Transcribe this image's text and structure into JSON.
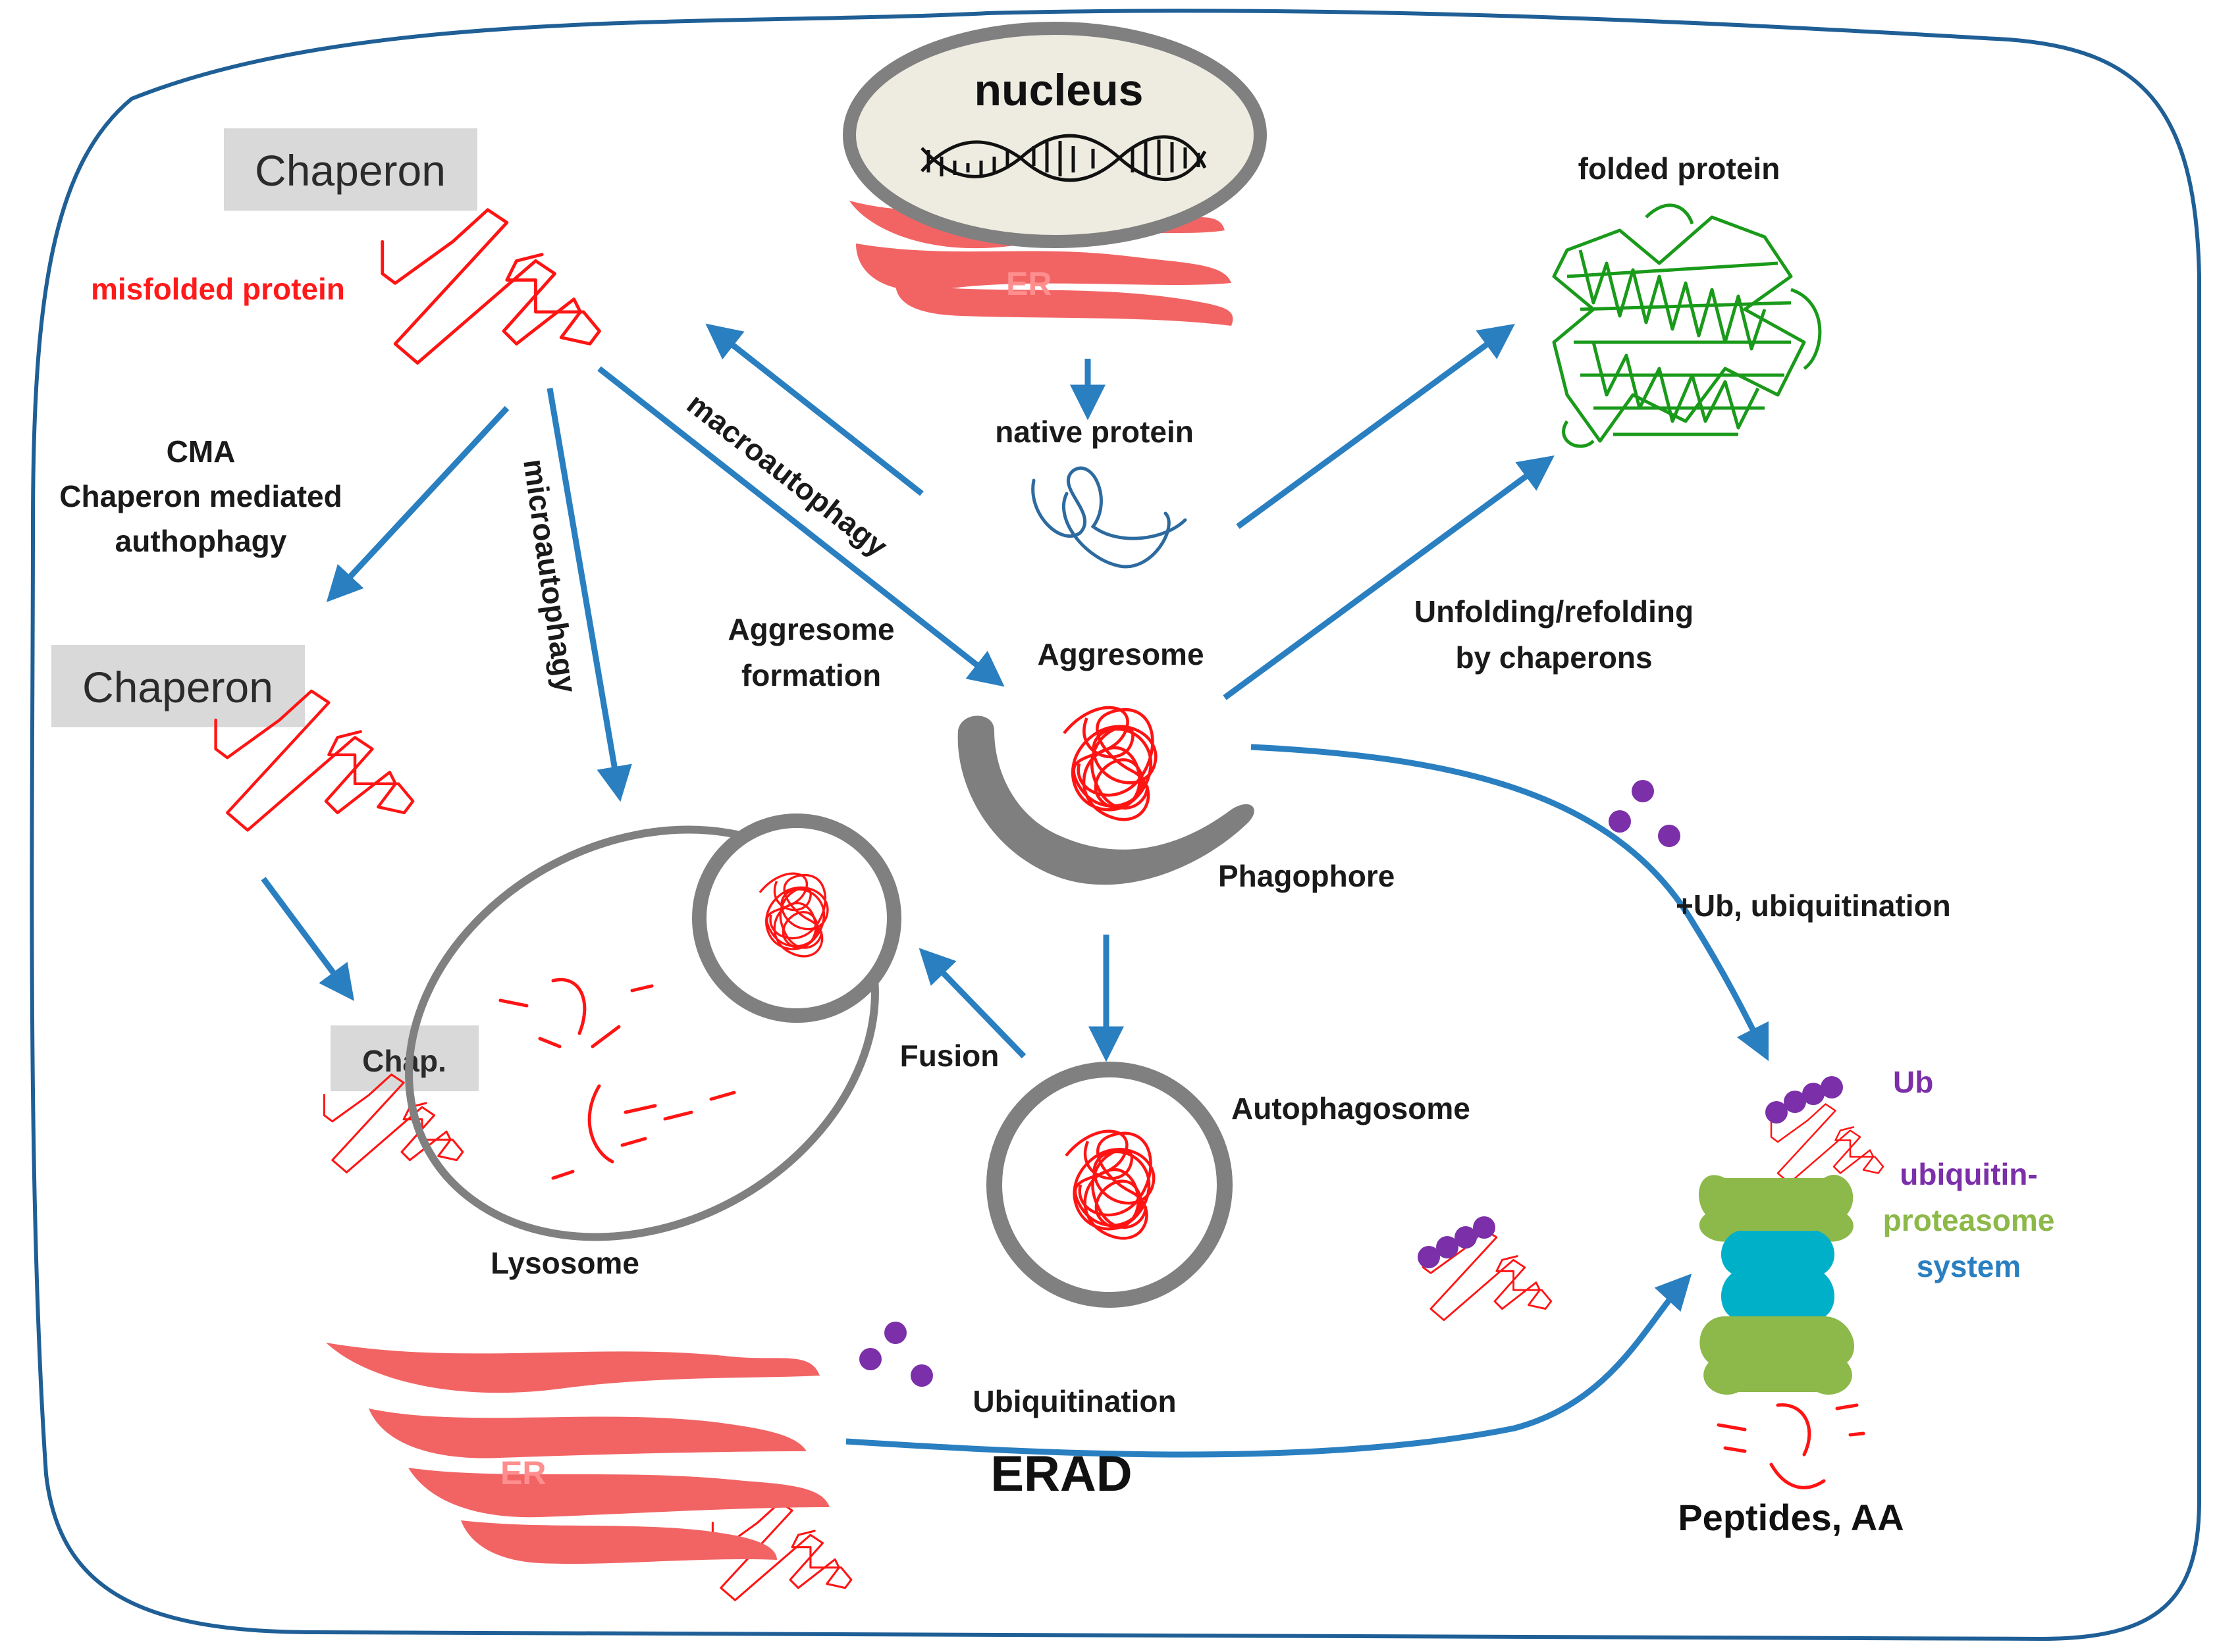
{
  "labels": {
    "nucleus": "nucleus",
    "er_top": "ER",
    "er_bottom": "ER",
    "native_protein": "native protein",
    "folded_protein": "folded protein",
    "chaperon_top": "Chaperon",
    "chaperon_mid": "Chaperon",
    "chap_small": "Chap.",
    "misfolded_protein": "misfolded protein",
    "cma_line1": "CMA",
    "cma_line2": "Chaperon mediated",
    "cma_line3": "authophagy",
    "microautophagy": "microautophagy",
    "macroautophagy": "macroautophagy",
    "aggresome_formation_line1": "Aggresome",
    "aggresome_formation_line2": "formation",
    "aggresome": "Aggresome",
    "unfolding_line1": "Unfolding/refolding",
    "unfolding_line2": "by chaperons",
    "phagophore": "Phagophore",
    "ubiquitination_plus": "+Ub, ubiquitination",
    "fusion": "Fusion",
    "autophagosome": "Autophagosome",
    "lysosome": "Lysosome",
    "ub": "Ub",
    "ups_line1": "ubiquitin-",
    "ups_line2": "proteasome",
    "ups_line3": "system",
    "ubiquitination": "Ubiquitination",
    "erad": "ERAD",
    "peptides": "Peptides, AA"
  },
  "colors": {
    "arrow": "#2a7fc0",
    "misfolded": "#ff1414",
    "er": "#f26464",
    "cell_border": "#1f5f96",
    "folded_protein": "#1a9a1a",
    "native_protein": "#2d6a9f",
    "ub": "#7b2fa8",
    "proteasome_cap": "#8db84a",
    "proteasome_core": "#00b0c8",
    "chaperon_box": "#d9d9d9",
    "organelle_grey": "#808080",
    "nucleus_fill": "#eeece1"
  }
}
